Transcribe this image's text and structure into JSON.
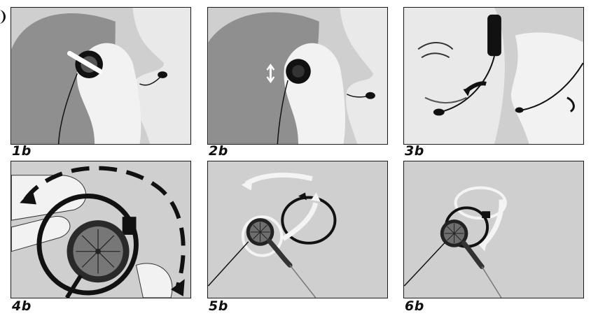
{
  "figures": [
    {
      "id": "1b",
      "caption": "1b"
    },
    {
      "id": "2b",
      "caption": "2b"
    },
    {
      "id": "3b",
      "caption": "3b"
    },
    {
      "id": "4b",
      "caption": "4b"
    },
    {
      "id": "5b",
      "caption": "5b"
    },
    {
      "id": "6b",
      "caption": "6b"
    }
  ],
  "colors": {
    "background": "#cfcfcf",
    "head_dark": "#8f8f8f",
    "skin_light": "#e9e9e9",
    "headset_black": "#111111",
    "arrow_white": "#f4f4f4"
  }
}
